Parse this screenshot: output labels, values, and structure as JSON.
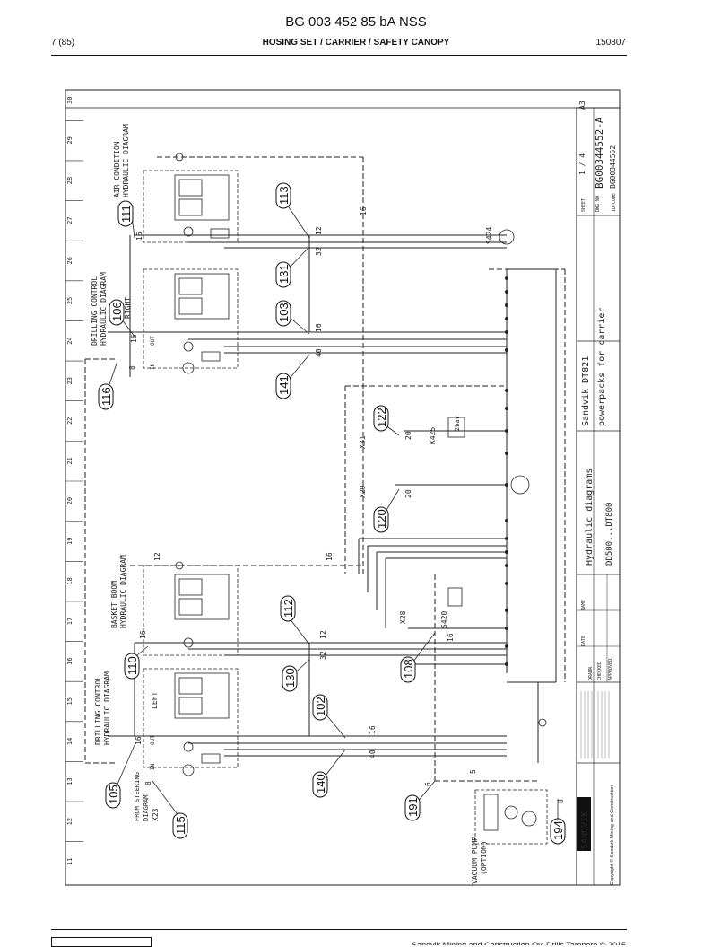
{
  "header": {
    "doc_title": "BG 003 452 85 bA NSS",
    "page": "7 (85)",
    "section": "HOSING SET / CARRIER / SAFETY CANOPY",
    "code": "150807"
  },
  "footer": {
    "text": "Sandvik Mining and Construction Oy, Drills Tampere © 2015"
  },
  "grid_numbers": [
    "11",
    "12",
    "13",
    "14",
    "15",
    "16",
    "17",
    "18",
    "19",
    "20",
    "21",
    "22",
    "23",
    "24",
    "25",
    "26",
    "27",
    "28",
    "29",
    "30"
  ],
  "callouts": {
    "c105": "105",
    "c106": "106",
    "c110": "110",
    "c111": "111",
    "c112": "112",
    "c113": "113",
    "c115": "115",
    "c116": "116",
    "c120": "120",
    "c122": "122",
    "c130": "130",
    "c131": "131",
    "c140": "140",
    "c141": "141",
    "c102": "102",
    "c103": "103",
    "c108": "108",
    "c191": "191",
    "c194": "194"
  },
  "labels": {
    "air_condition": "AIR CONDITION",
    "hydraulic_diagram": "HYDRAULIC DIAGRAM",
    "drilling_control": "DRILLING CONTROL",
    "right": "RIGHT",
    "left": "LEFT",
    "basket_boom": "BASKET BOOM",
    "from_steering": "FROM STEERING",
    "diagram": "DIAGRAM",
    "x23": "X23",
    "vacuum_pump": "VACUUM PUMP",
    "option": "(OPTION)",
    "x29": "X29",
    "x31": "X31",
    "x28": "X28",
    "k425": "K425",
    "s420": "S420",
    "s424": "S424",
    "n16": "16",
    "n12": "12",
    "n32": "32",
    "n40": "40",
    "n20": "20",
    "n8": "8",
    "n6": "6",
    "n5": "5",
    "in": "IN",
    "out": "OUT",
    "bar": "2bar"
  },
  "title_block": {
    "logo": "SANDVIK",
    "copyright": "Copyright © Sandvik Mining and Construction",
    "company": "Sandvik DT821",
    "subtitle": "powerpacks for carrier",
    "drawing_title": "Hydraulic diagrams",
    "series": "DD500...DT800",
    "sheet_label": "SHEET",
    "sheet": "1 / 4",
    "size": "A3",
    "dwg_no_label": "DWG NO",
    "dwg_no": "BG00344552-A",
    "id_label": "ID-CODE",
    "id_code": "BG00344552",
    "date_label": "DATE",
    "name_label": "NAME",
    "drawn": "DRAWN",
    "checked": "CHECKED",
    "approved": "APPROVED"
  }
}
